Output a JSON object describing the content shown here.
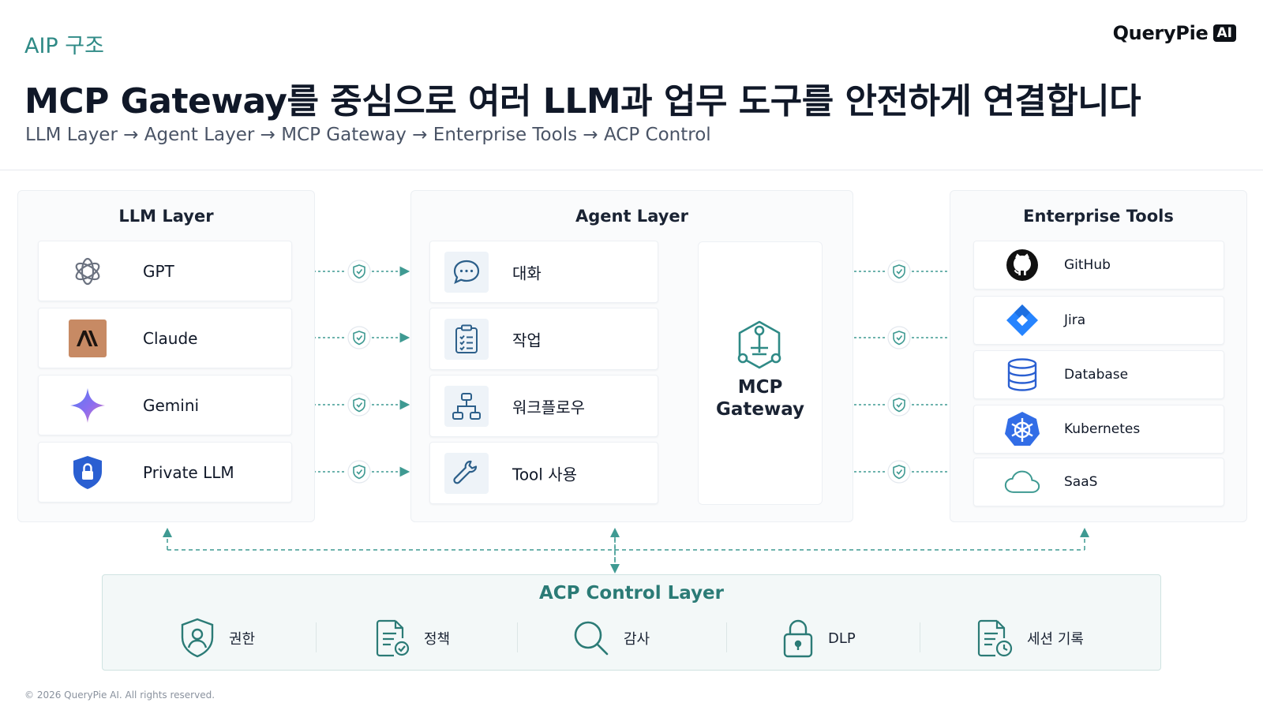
{
  "header": {
    "kicker": "AIP 구조",
    "brand_word": "QueryPie",
    "brand_badge": "AI",
    "title": "MCP Gateway를 중심으로 여러 LLM과 업무 도구를 안전하게 연결합니다",
    "subtitle": "LLM Layer → Agent Layer → MCP Gateway → Enterprise Tools → ACP Control"
  },
  "llm_layer": {
    "title": "LLM Layer",
    "items": [
      {
        "label": "GPT",
        "icon": "openai-icon"
      },
      {
        "label": "Claude",
        "icon": "anthropic-icon"
      },
      {
        "label": "Gemini",
        "icon": "gemini-icon"
      },
      {
        "label": "Private LLM",
        "icon": "shield-lock-icon"
      }
    ]
  },
  "agent_layer": {
    "title": "Agent Layer",
    "items": [
      {
        "label": "대화",
        "icon": "chat-bubble-icon"
      },
      {
        "label": "작업",
        "icon": "clipboard-checklist-icon"
      },
      {
        "label": "워크플로우",
        "icon": "workflow-tree-icon"
      },
      {
        "label": "Tool 사용",
        "icon": "wrench-icon"
      }
    ]
  },
  "gateway": {
    "line1": "MCP",
    "line2": "Gateway",
    "icon": "gateway-network-icon"
  },
  "enterprise_tools": {
    "title": "Enterprise Tools",
    "items": [
      {
        "label": "GitHub",
        "icon": "github-icon"
      },
      {
        "label": "Jira",
        "icon": "jira-icon"
      },
      {
        "label": "Database",
        "icon": "database-icon"
      },
      {
        "label": "Kubernetes",
        "icon": "kubernetes-icon"
      },
      {
        "label": "SaaS",
        "icon": "cloud-icon"
      }
    ]
  },
  "acp": {
    "title": "ACP Control Layer",
    "items": [
      {
        "label": "권한",
        "icon": "user-shield-icon"
      },
      {
        "label": "정책",
        "icon": "policy-document-icon"
      },
      {
        "label": "감사",
        "icon": "magnifier-icon"
      },
      {
        "label": "DLP",
        "icon": "padlock-icon"
      },
      {
        "label": "세션 기록",
        "icon": "session-log-icon"
      }
    ]
  },
  "footer": "© 2026 QueryPie AI. All rights reserved.",
  "colors": {
    "accent": "#2f8a86",
    "dashed_link": "#3f9a92",
    "title": "#101828",
    "muted": "#4a5466"
  }
}
